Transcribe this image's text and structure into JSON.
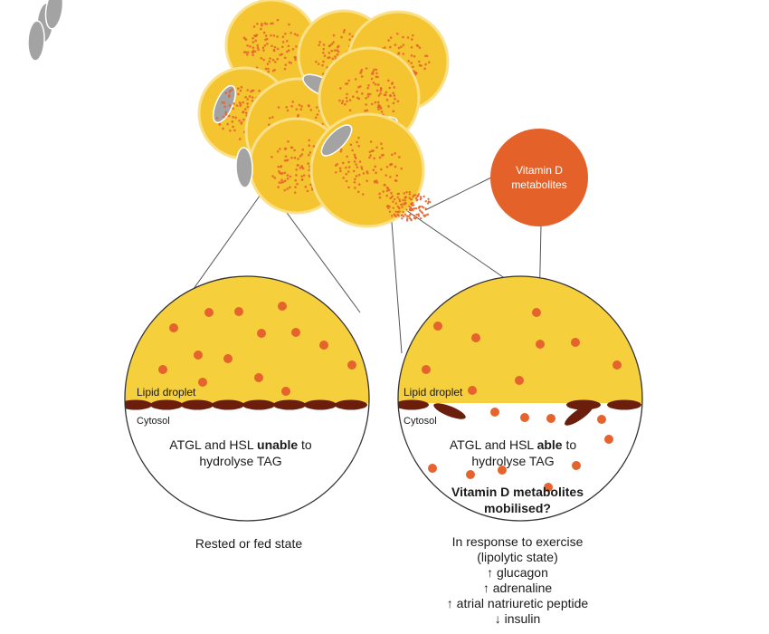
{
  "colors": {
    "adipocyte_fill": "#f5c531",
    "adipocyte_rim": "#fbe08a",
    "lipid_fill": "#f6cf3c",
    "nucleus": "#a3a3a3",
    "dot": "#e5632c",
    "vitamin_d_circle": "#e4612a",
    "enzyme": "#6b1e0b",
    "line": "#555555"
  },
  "icons": {
    "adipocyte_cluster": "adipocyte-cluster-icon",
    "vitamin_d": "vitamin-d-circle-icon",
    "lipase_enzyme": "lipase-enzyme-icon",
    "metabolite_dot": "metabolite-dot-icon"
  },
  "vitamin_d": {
    "line1": "Vitamin D",
    "line2": "metabolites"
  },
  "left_panel": {
    "lipid_label": "Lipid droplet",
    "cytosol_label": "Cytosol",
    "caption_pre": "ATGL and HSL ",
    "caption_bold": "unable",
    "caption_post": " to",
    "caption_line2": "hydrolyse TAG",
    "state": "Rested or fed state"
  },
  "right_panel": {
    "lipid_label": "Lipid droplet",
    "cytosol_label": "Cytosol",
    "caption_pre": "ATGL and HSL ",
    "caption_bold": "able",
    "caption_post": " to",
    "caption_line2": "hydrolyse TAG",
    "question_line1": "Vitamin D metabolites",
    "question_line2": "mobilised?",
    "state_lines": [
      "In response to exercise",
      "(lipolytic state)",
      "↑ glucagon",
      "↑ adrenaline",
      "↑ atrial natriuretic peptide",
      "↓ insulin"
    ]
  }
}
